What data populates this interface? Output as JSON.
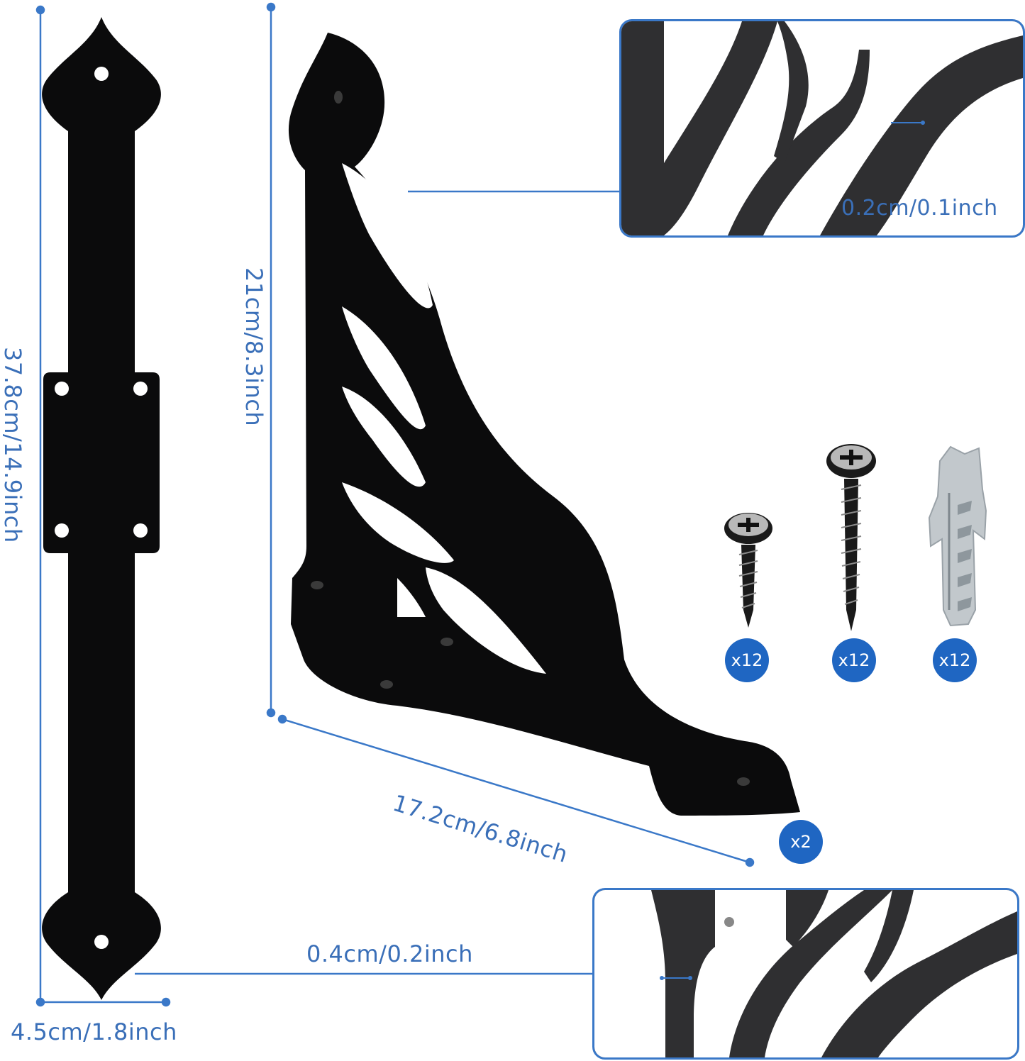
{
  "colors": {
    "accent": "#3a78c8",
    "dimension_text": "#3a6fb8",
    "badge": "#1f66c2",
    "metal": "#0b0b0c",
    "plastic_anchor": "#c2c8cc"
  },
  "strap": {
    "length_label": "37.8cm/14.9inch",
    "width_label": "4.5cm/1.8inch"
  },
  "bracket": {
    "height_label": "21cm/8.3inch",
    "width_label": "17.2cm/6.8inch",
    "quantity": "x2"
  },
  "detail_top": {
    "thickness_label": "0.2cm/0.1inch"
  },
  "detail_bottom": {
    "thickness_label": "0.4cm/0.2inch"
  },
  "hardware": [
    {
      "name": "short-screw",
      "icon": "short-screw-icon",
      "quantity": "x12"
    },
    {
      "name": "long-screw",
      "icon": "long-screw-icon",
      "quantity": "x12"
    },
    {
      "name": "wall-anchor",
      "icon": "wall-anchor-icon",
      "quantity": "x12"
    }
  ]
}
